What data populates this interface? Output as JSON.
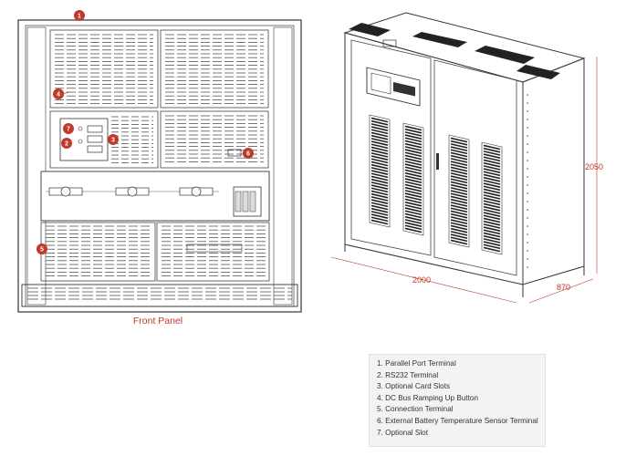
{
  "front_panel": {
    "caption": "Front Panel",
    "callouts": [
      "1",
      "2",
      "3",
      "4",
      "5",
      "6",
      "7"
    ]
  },
  "cabinet_view": {
    "dimensions": {
      "width": "2000",
      "height": "2050",
      "depth": "870"
    }
  },
  "legend": {
    "items": [
      "1. Parallel Port Terminal",
      "2. RS232 Terminal",
      "3. Optional Card Slots",
      "4. DC Bus Ramping Up Button",
      "5. Connection Terminal",
      "6. External Battery Temperature Sensor Terminal",
      "7. Optional Slot"
    ]
  },
  "colors": {
    "callout": "#c0392b",
    "line": "#333333",
    "panel_fill": "#ffffff"
  }
}
